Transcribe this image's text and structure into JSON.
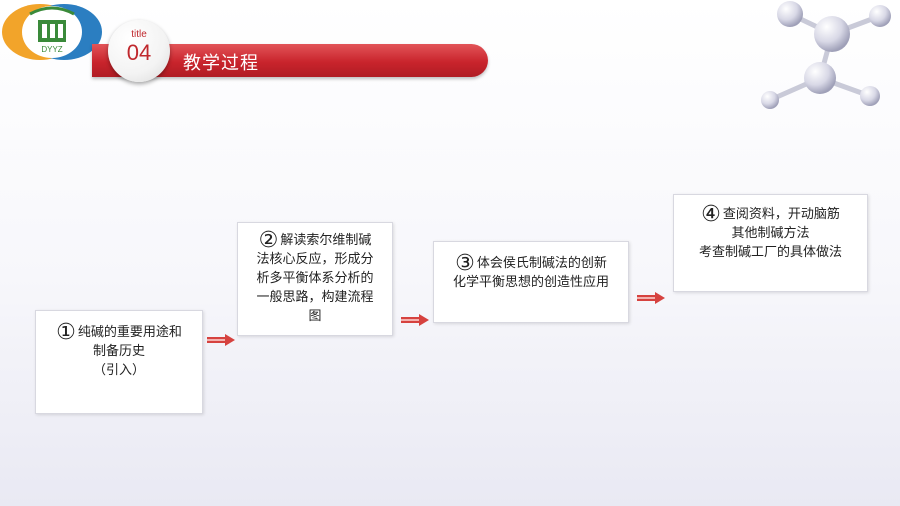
{
  "header": {
    "logo_text": "DYYZ",
    "badge_small": "title",
    "badge_number": "04",
    "title": "教学过程"
  },
  "steps": [
    {
      "num": "①",
      "lines": [
        "纯碱的重要用途和",
        "制备历史",
        "（引入）"
      ]
    },
    {
      "num": "②",
      "lines": [
        "解读索尔维制碱",
        "法核心反应，形成分",
        "析多平衡体系分析的",
        "一般思路，构建流程",
        "图"
      ]
    },
    {
      "num": "③",
      "lines": [
        "体会侯氏制碱法的创新",
        "化学平衡思想的创造性应用"
      ]
    },
    {
      "num": "④",
      "lines": [
        "查阅资料，开动脑筋",
        "其他制碱方法",
        "考查制碱工厂的具体做法"
      ]
    }
  ],
  "colors": {
    "accent": "#c9242c",
    "arrow": "#d6423f"
  }
}
